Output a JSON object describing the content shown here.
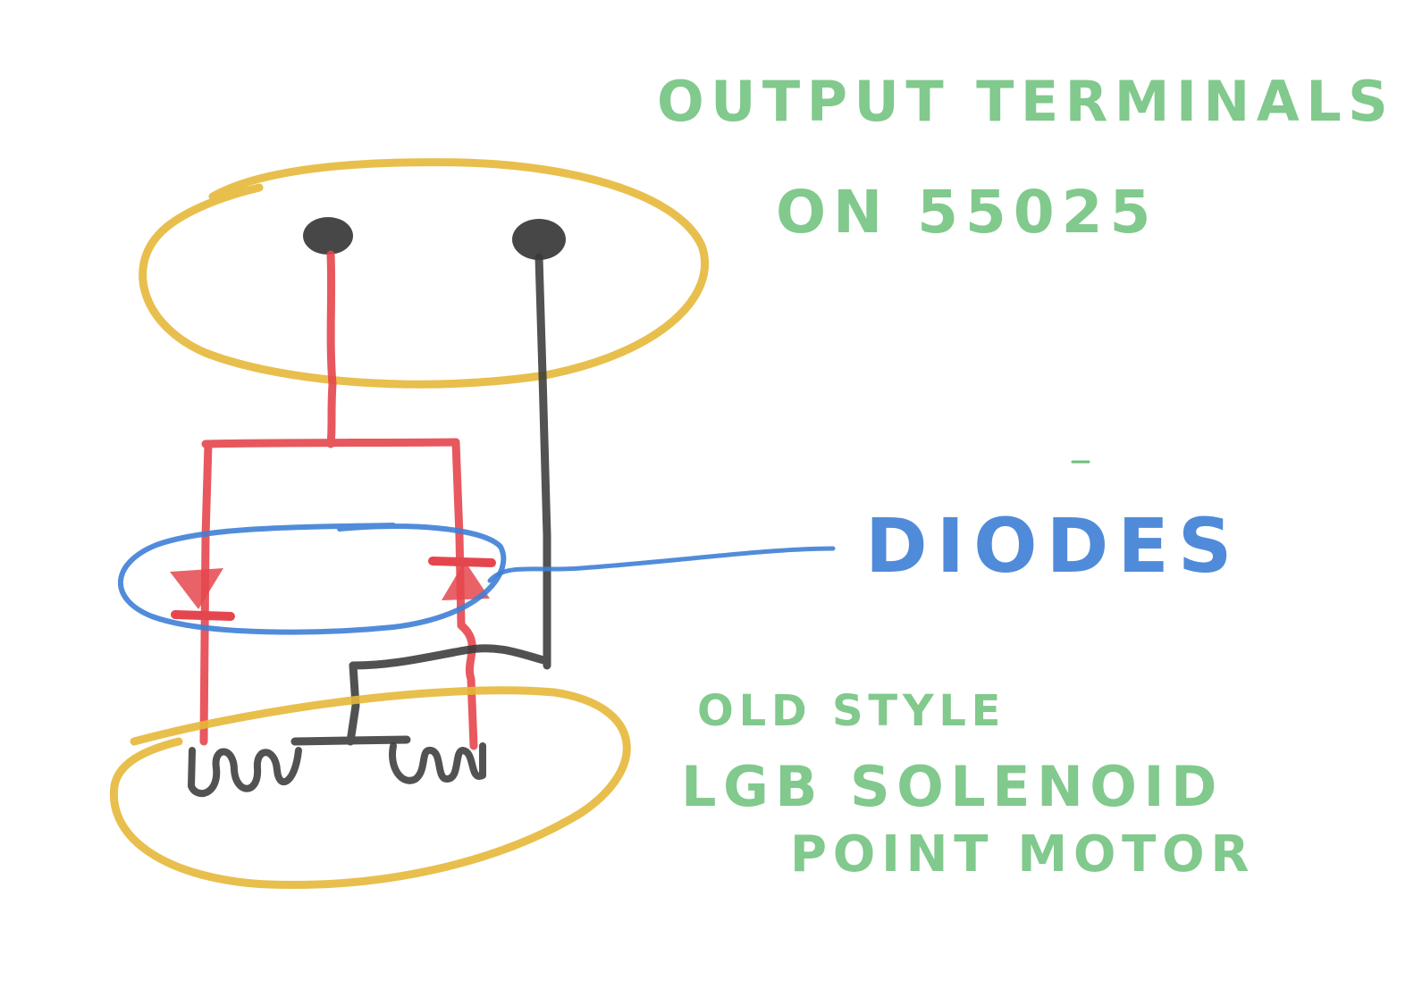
{
  "labels": {
    "output_line1": "OUTPUT TERMINALS",
    "output_line2": "ON 55025",
    "diodes": "DIODES",
    "motor_line1": "OLD STYLE",
    "motor_line2": "LGB SOLENOID",
    "motor_line3": "POINT MOTOR"
  },
  "colors": {
    "terminal_ring": "#e6b83a",
    "motor_ring": "#e6b83a",
    "positive_wire": "#e5464d",
    "common_wire": "#3a3a3a",
    "diode_ring": "#3e7fd6",
    "output_label": "#6cc07a",
    "motor_label": "#6cc07a",
    "diodes_label": "#3e7fd6"
  }
}
